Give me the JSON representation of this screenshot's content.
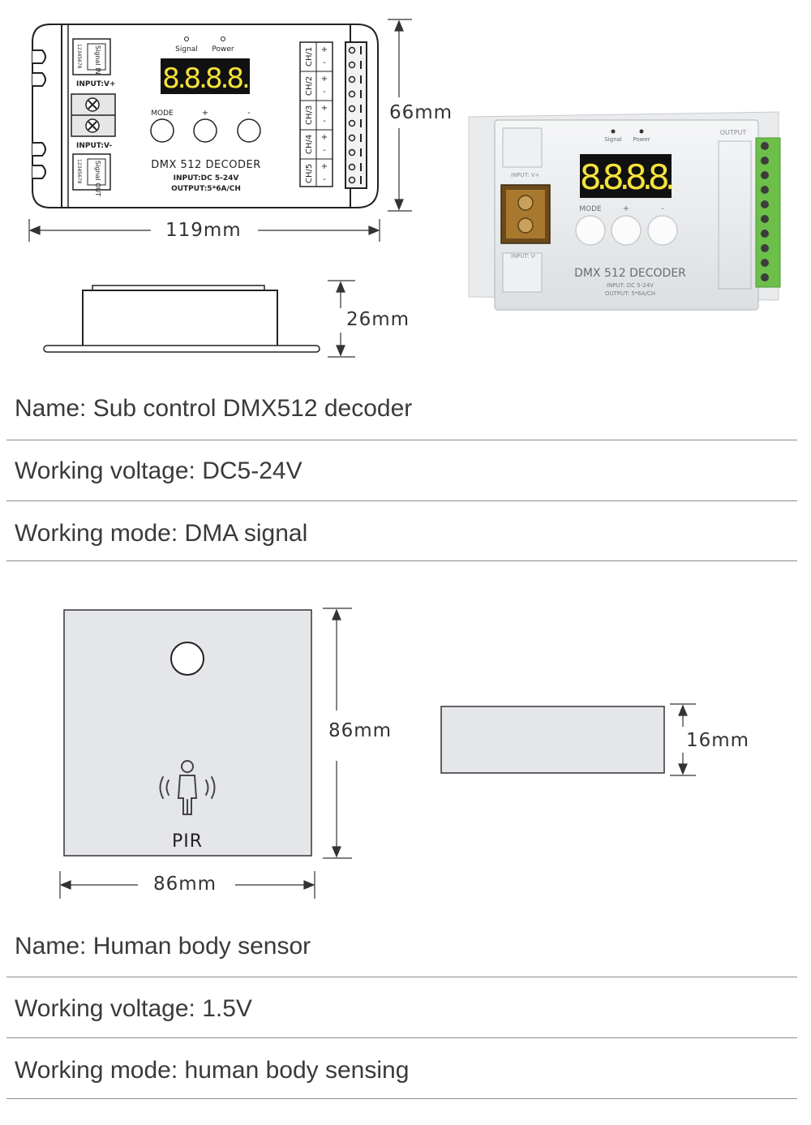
{
  "decoder": {
    "drawing": {
      "signal_in_label": "Signal IN",
      "signal_out_label": "Signal OUT",
      "pin_numbers": "12345678",
      "input_vplus": "INPUT:V+",
      "input_vminus": "INPUT:V-",
      "led_signal": "Signal",
      "led_power": "Power",
      "display": "8.8.8.8.",
      "btn_mode": "MODE",
      "btn_plus": "+",
      "btn_minus": "-",
      "title": "DMX 512 DECODER",
      "input_spec": "INPUT:DC 5-24V",
      "output_spec": "OUTPUT:5*6A/CH",
      "channels": [
        "CH/1",
        "CH/2",
        "CH/3",
        "CH/4",
        "CH/5"
      ]
    },
    "photo": {
      "output_label": "OUTPUT",
      "led_signal": "Signal",
      "led_power": "Power",
      "display": "8.8.8.8.",
      "btn_mode": "MODE",
      "btn_plus": "+",
      "btn_minus": "-",
      "title": "DMX 512 DECODER",
      "input_spec": "INPUT: DC 5-24V",
      "output_spec": "OUTPUT: 5*6A/CH",
      "input_vplus": "INPUT: V+",
      "input_vminus": "INPUT: V-"
    },
    "dimensions": {
      "width": "119mm",
      "height": "66mm",
      "depth": "26mm"
    },
    "specs": [
      "Name: Sub control DMX512 decoder",
      "Working voltage: DC5-24V",
      "Working mode: DMA signal"
    ]
  },
  "sensor": {
    "label": "PIR",
    "icon": "person-motion-icon",
    "dimensions": {
      "width": "86mm",
      "height": "86mm",
      "depth": "16mm"
    },
    "specs": [
      "Name: Human body sensor",
      "Working voltage: 1.5V",
      "Working mode: human body sensing"
    ]
  },
  "colors": {
    "display_bg": "#111111",
    "display_digits": "#f4e23a",
    "terminal_green": "#6cc04a",
    "sensor_fill": "#e4e6e9",
    "divider": "#8c8c8c"
  }
}
